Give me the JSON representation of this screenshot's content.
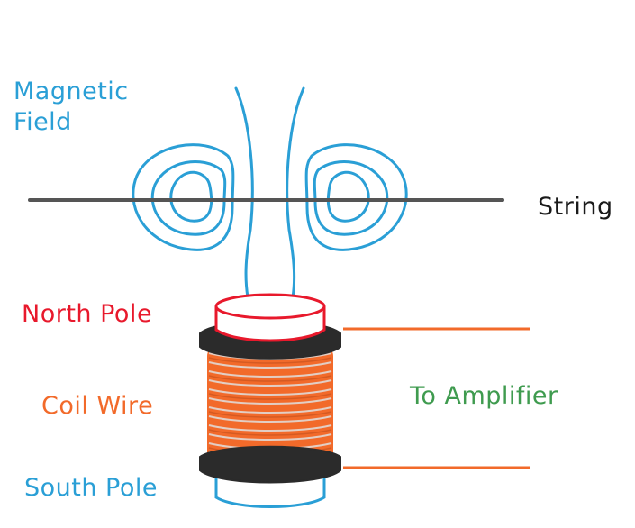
{
  "labels": {
    "magnetic_field_line1": "Magnetic",
    "magnetic_field_line2": "Field",
    "string": "String",
    "north_pole": "North Pole",
    "coil_wire": "Coil Wire",
    "to_amplifier": "To Amplifier",
    "south_pole": "South Pole"
  },
  "colors": {
    "field": "#2a9fd6",
    "string": "#555555",
    "north_pole": "#e8192c",
    "coil": "#f26a2a",
    "amplifier": "#3f9b4f",
    "south_pole": "#2a9fd6",
    "bobbin": "#2b2b2b",
    "label_dark": "#1a1a1a"
  }
}
